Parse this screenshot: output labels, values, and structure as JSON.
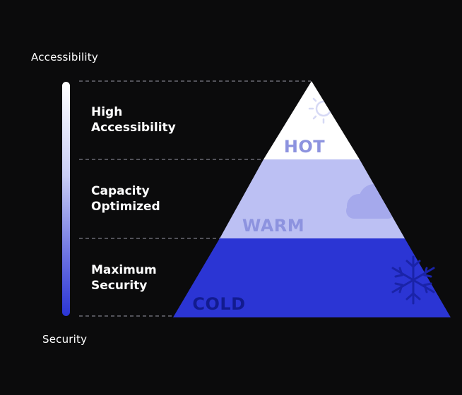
{
  "axis": {
    "top_label": "Accessibility",
    "bottom_label": "Security"
  },
  "tiers": [
    {
      "name": "HOT",
      "description": "High\nAccessibility",
      "fill": "#ffffff",
      "text_color": "#8d93df",
      "icon": "sun-icon"
    },
    {
      "name": "WARM",
      "description": "Capacity\nOptimized",
      "fill": "#bcc0f3",
      "text_color": "#8d93df",
      "icon": "cloud-icon"
    },
    {
      "name": "COLD",
      "description": "Maximum\nSecurity",
      "fill": "#2b35d4",
      "text_color": "#121b8f",
      "icon": "snowflake-icon"
    }
  ],
  "colors": {
    "background": "#0b0b0c",
    "guide_line": "#9a9aa6",
    "scale_top": "#ffffff",
    "scale_bottom": "#2a35d6"
  }
}
